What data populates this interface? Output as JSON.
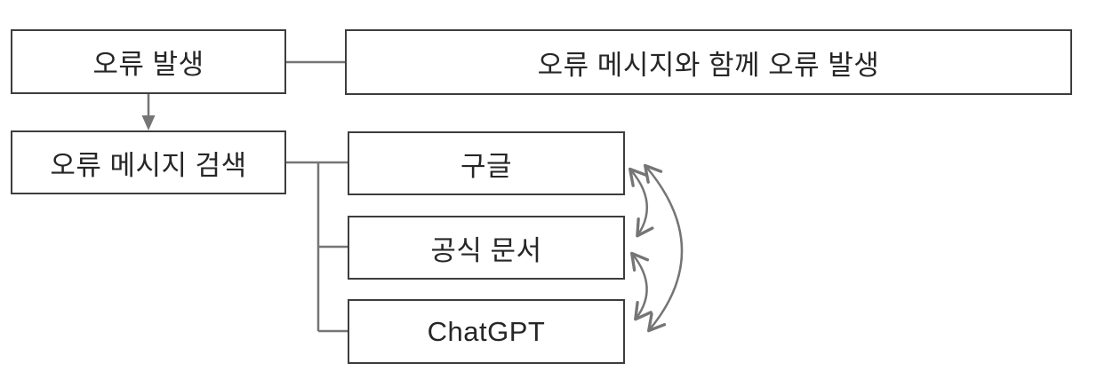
{
  "diagram": {
    "title": "error-troubleshooting-flowchart",
    "nodes": {
      "error": {
        "label": "오류 발생"
      },
      "error_with_message": {
        "label": "오류 메시지와 함께 오류 발생"
      },
      "search": {
        "label": "오류 메시지 검색"
      },
      "google": {
        "label": "구글"
      },
      "official_docs": {
        "label": "공식 문서"
      },
      "chatgpt": {
        "label": "ChatGPT"
      }
    },
    "edges": [
      {
        "from": "error",
        "to": "error_with_message",
        "type": "plain-line"
      },
      {
        "from": "error",
        "to": "search",
        "type": "arrow-down"
      },
      {
        "from": "search",
        "to": "google",
        "type": "branch-line"
      },
      {
        "from": "search",
        "to": "official_docs",
        "type": "branch-line"
      },
      {
        "from": "search",
        "to": "chatgpt",
        "type": "branch-line"
      },
      {
        "from": "google",
        "to": "official_docs",
        "type": "curved-double-arrow"
      },
      {
        "from": "official_docs",
        "to": "chatgpt",
        "type": "curved-double-arrow"
      },
      {
        "from": "google",
        "to": "chatgpt",
        "type": "curved-double-arrow"
      }
    ],
    "colors": {
      "box-border": "#3d3d3d",
      "connector": "#757575",
      "text": "#262626",
      "background": "#ffffff"
    }
  }
}
